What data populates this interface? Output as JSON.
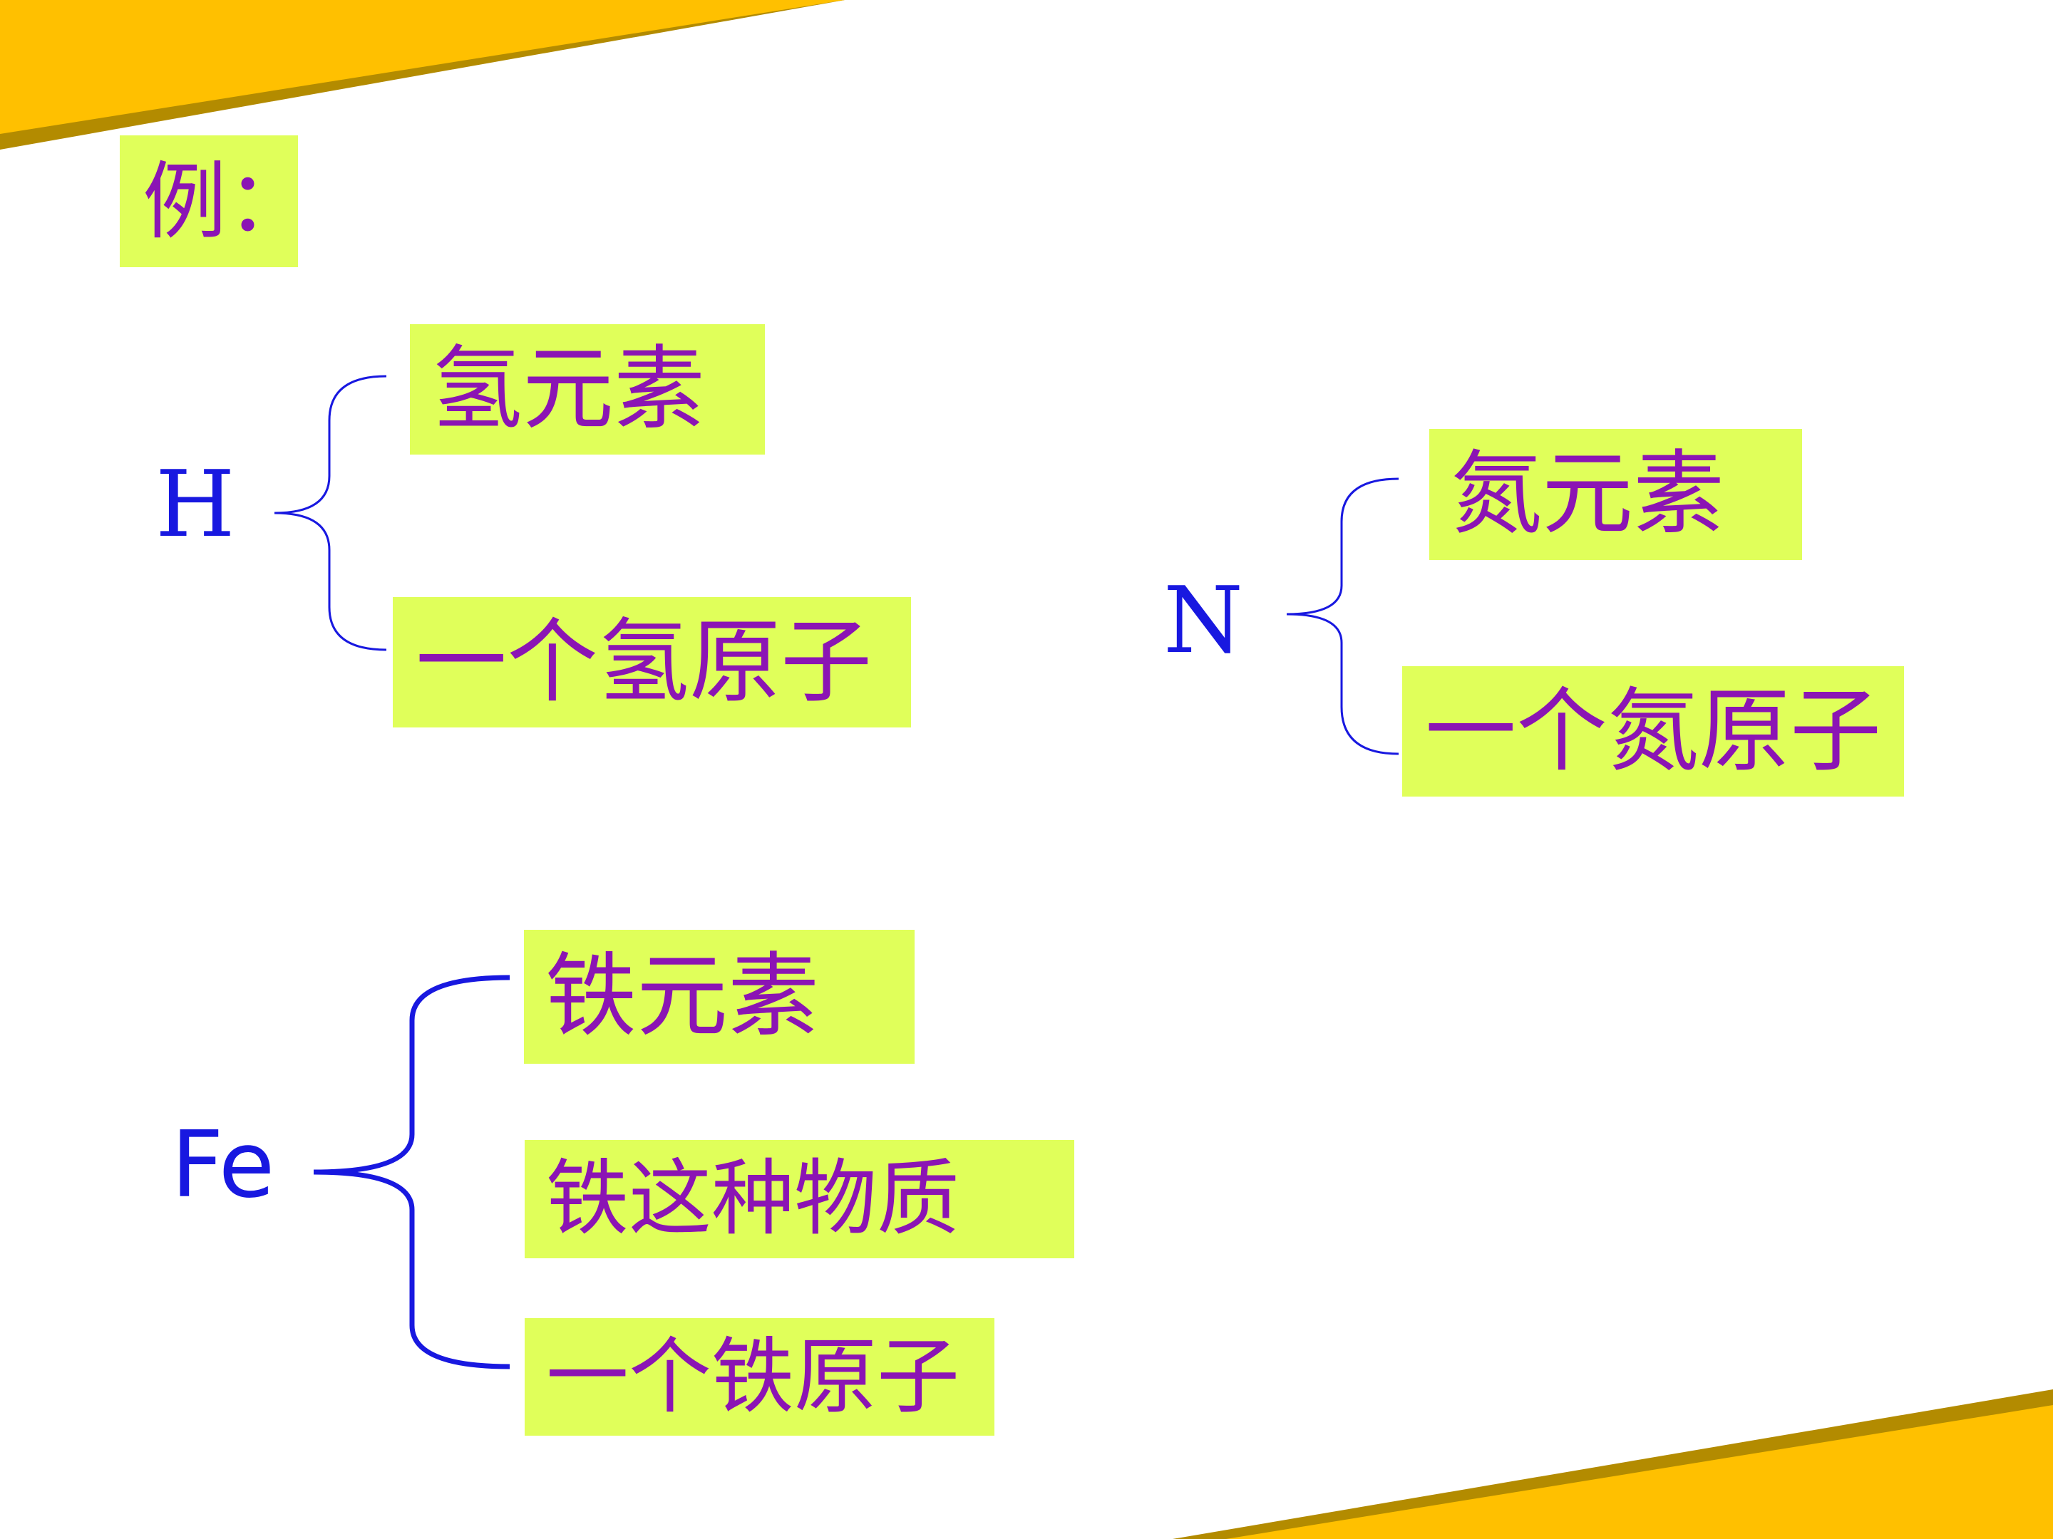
{
  "slide": {
    "heading": "例：",
    "colors": {
      "background": "#ffffff",
      "stripe": "#ffc000",
      "stripe_shadow": "#b38b00",
      "box_fill": "#e0ff5a",
      "box_text": "#8b14b4",
      "symbol": "#1818e0",
      "brace": "#1818e0"
    },
    "groups": [
      {
        "symbol": "H",
        "meanings": [
          "氢元素",
          "一个氢原子"
        ]
      },
      {
        "symbol": "N",
        "meanings": [
          "氮元素",
          "一个氮原子"
        ]
      },
      {
        "symbol": "Fe",
        "meanings": [
          "铁元素",
          "铁这种物质",
          "一个铁原子"
        ]
      }
    ]
  }
}
